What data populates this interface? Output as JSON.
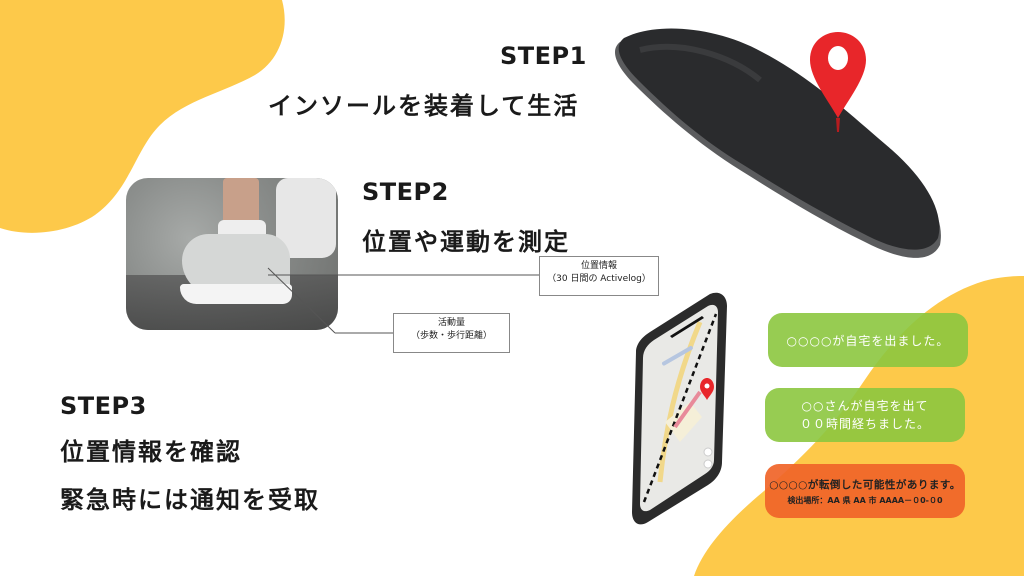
{
  "steps": [
    {
      "title": "STEP1",
      "lines": [
        "インソールを装着して生活"
      ]
    },
    {
      "title": "STEP2",
      "lines": [
        "位置や運動を測定"
      ]
    },
    {
      "title": "STEP3",
      "lines": [
        "位置情報を確認",
        "緊急時には通知を受取"
      ]
    }
  ],
  "callouts": {
    "location": {
      "line1": "位置情報",
      "line2": "（30 日間の Activelog）"
    },
    "activity": {
      "line1": "活動量",
      "line2": "（歩数・歩行距離）"
    }
  },
  "notifications": [
    {
      "type": "info",
      "color": "#8cc63f",
      "lines": [
        "○○○○が自宅を出ました。"
      ]
    },
    {
      "type": "info",
      "color": "#8cc63f",
      "lines": [
        "○○さんが自宅を出て",
        "００時間経ちました。"
      ]
    },
    {
      "type": "alert",
      "color": "#f0642a",
      "main": "○○○○が転倒した可能性があります。",
      "sub": "検出場所：AA 県 AA 市 AAAA－０0-０0"
    }
  ],
  "images": {
    "insole": "insole-with-location-pin",
    "walking_photo": "walking-shoes-photo",
    "phone": "smartphone-map-app"
  },
  "colors": {
    "accent_yellow": "#fdc94a",
    "notif_green": "#8cc63f",
    "notif_orange": "#f0642a",
    "pin_red": "#e8262a"
  }
}
